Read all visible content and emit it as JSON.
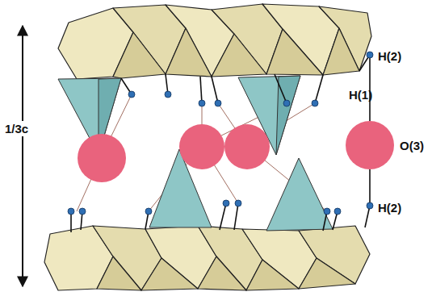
{
  "diagram": {
    "labels": [
      "1/3c",
      "H(2)",
      "H(1)",
      "O(3)",
      "H(2)"
    ]
  }
}
